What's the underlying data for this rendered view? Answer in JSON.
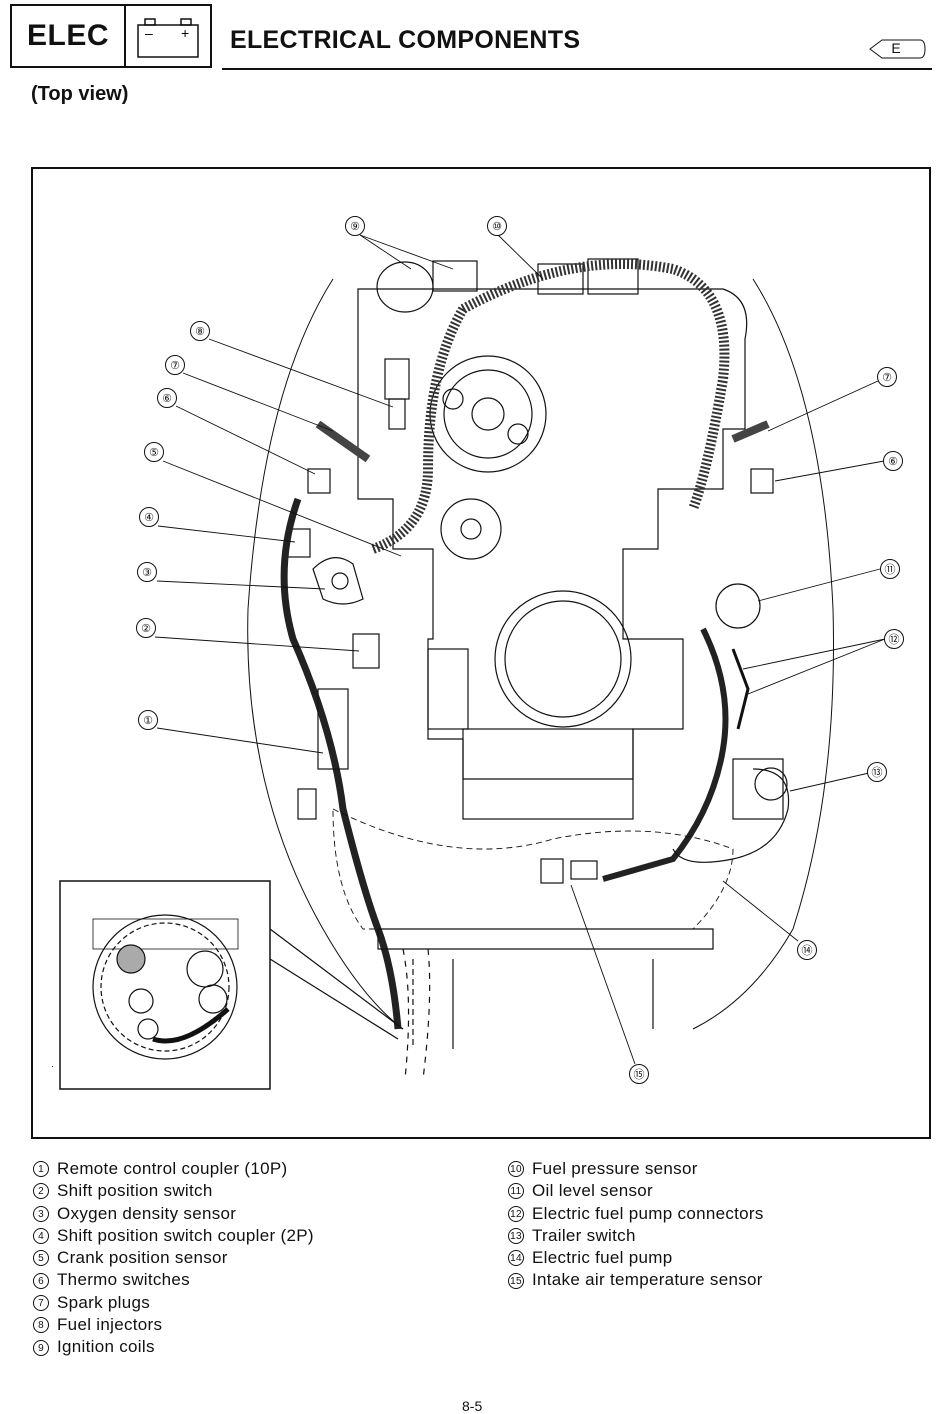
{
  "header": {
    "section_code": "ELEC",
    "battery_minus": "–",
    "battery_plus": "+",
    "title": "ELECTRICAL COMPONENTS",
    "language_badge": "E"
  },
  "subtitle": "(Top view)",
  "figure": {
    "callouts": [
      "①",
      "②",
      "③",
      "④",
      "⑤",
      "⑥",
      "⑦",
      "⑧",
      "⑨",
      "⑩",
      "⑪",
      "⑫",
      "⑬",
      "⑭",
      "⑮"
    ]
  },
  "legend": {
    "left": [
      {
        "num": "1",
        "label": "Remote control coupler (10P)"
      },
      {
        "num": "2",
        "label": "Shift position switch"
      },
      {
        "num": "3",
        "label": "Oxygen density sensor"
      },
      {
        "num": "4",
        "label": "Shift position switch coupler (2P)"
      },
      {
        "num": "5",
        "label": "Crank position sensor"
      },
      {
        "num": "6",
        "label": "Thermo switches"
      },
      {
        "num": "7",
        "label": "Spark plugs"
      },
      {
        "num": "8",
        "label": "Fuel injectors"
      },
      {
        "num": "9",
        "label": "Ignition coils"
      }
    ],
    "right": [
      {
        "num": "10",
        "label": "Fuel pressure sensor"
      },
      {
        "num": "11",
        "label": "Oil level sensor"
      },
      {
        "num": "12",
        "label": "Electric fuel pump connectors"
      },
      {
        "num": "13",
        "label": "Trailer switch"
      },
      {
        "num": "14",
        "label": "Electric fuel pump"
      },
      {
        "num": "15",
        "label": "Intake air temperature sensor"
      }
    ]
  },
  "page_number": "8-5"
}
